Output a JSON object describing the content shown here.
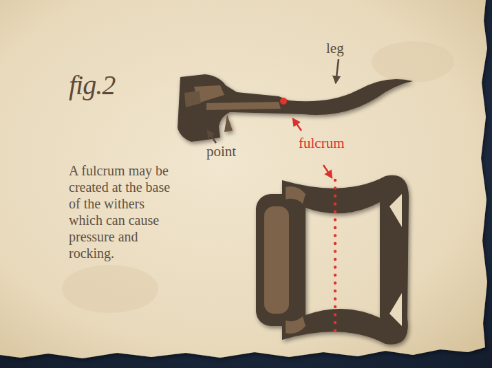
{
  "diagram": {
    "caption": "A fulcrum may be created at the base of the withers which can cause pressure and rocking.",
    "labels": [
      "fig.2",
      "leg",
      "point",
      "fulcrum"
    ]
  }
}
